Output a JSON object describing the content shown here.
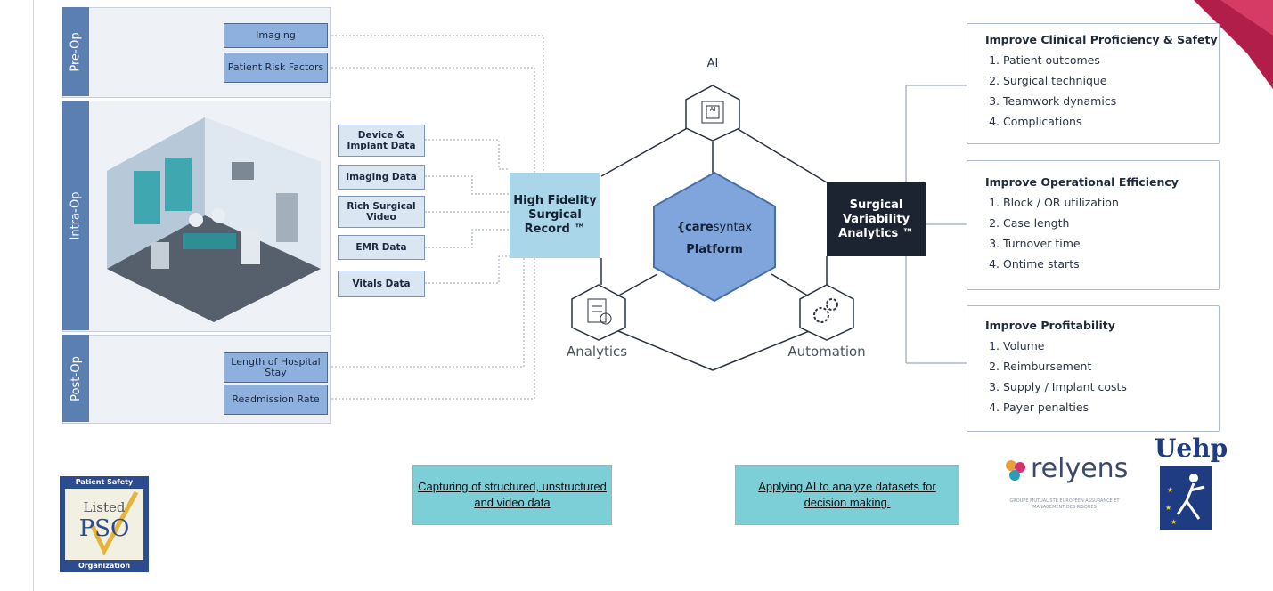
{
  "phases": {
    "pre": "Pre-Op",
    "intra": "Intra-Op",
    "post": "Post-Op"
  },
  "sources": {
    "imaging": "Imaging",
    "risk": "Patient Risk Factors",
    "stay": "Length of Hospital Stay",
    "readmission": "Readmission Rate"
  },
  "intra_sources": [
    "Device & Implant Data",
    "Imaging Data",
    "Rich Surgical Video",
    "EMR Data",
    "Vitals Data"
  ],
  "hub_left": "High Fidelity Surgical Record ™",
  "hub_right": "Surgical Variability Analytics ™",
  "platform": {
    "brand_prefix": "{care",
    "brand_suffix": "syntax",
    "subtitle": "Platform"
  },
  "labels": {
    "ai": "AI",
    "ai_chip": "AI",
    "analytics": "Analytics",
    "automation": "Automation"
  },
  "panels": [
    {
      "title": "Improve Clinical Proficiency & Safety",
      "items": [
        "Patient outcomes",
        "Surgical technique",
        "Teamwork dynamics",
        "Complications"
      ]
    },
    {
      "title": "Improve Operational Efficiency",
      "items": [
        "Block / OR utilization",
        "Case length",
        "Turnover time",
        "Ontime starts"
      ]
    },
    {
      "title": "Improve Profitability",
      "items": [
        "Volume",
        "Reimbursement",
        "Supply / Implant costs",
        "Payer penalties"
      ]
    }
  ],
  "buttons": {
    "capture": "Capturing of structured, unstructured and video data",
    "apply": "Applying AI to analyze datasets for decision making."
  },
  "logos": {
    "pso_top": "Patient Safety",
    "pso_listed": "Listed",
    "pso_main": "PSO",
    "pso_bottom": "Organization",
    "relyens": "relyens",
    "relyens_sub": "GROUPE MUTUALISTE EUROPEEN ASSURANCE ET MANAGEMENT DES RISQUES",
    "uehp": "Uehp"
  },
  "colors": {
    "phase_label": "#5b7fb0",
    "source_box": "#8eb0de",
    "hub_left": "#a9d6e8",
    "hub_right": "#1b2430",
    "platform": "#7fa5dc",
    "button": "#7ccfd6",
    "accent_corner": "#b21e4a"
  }
}
